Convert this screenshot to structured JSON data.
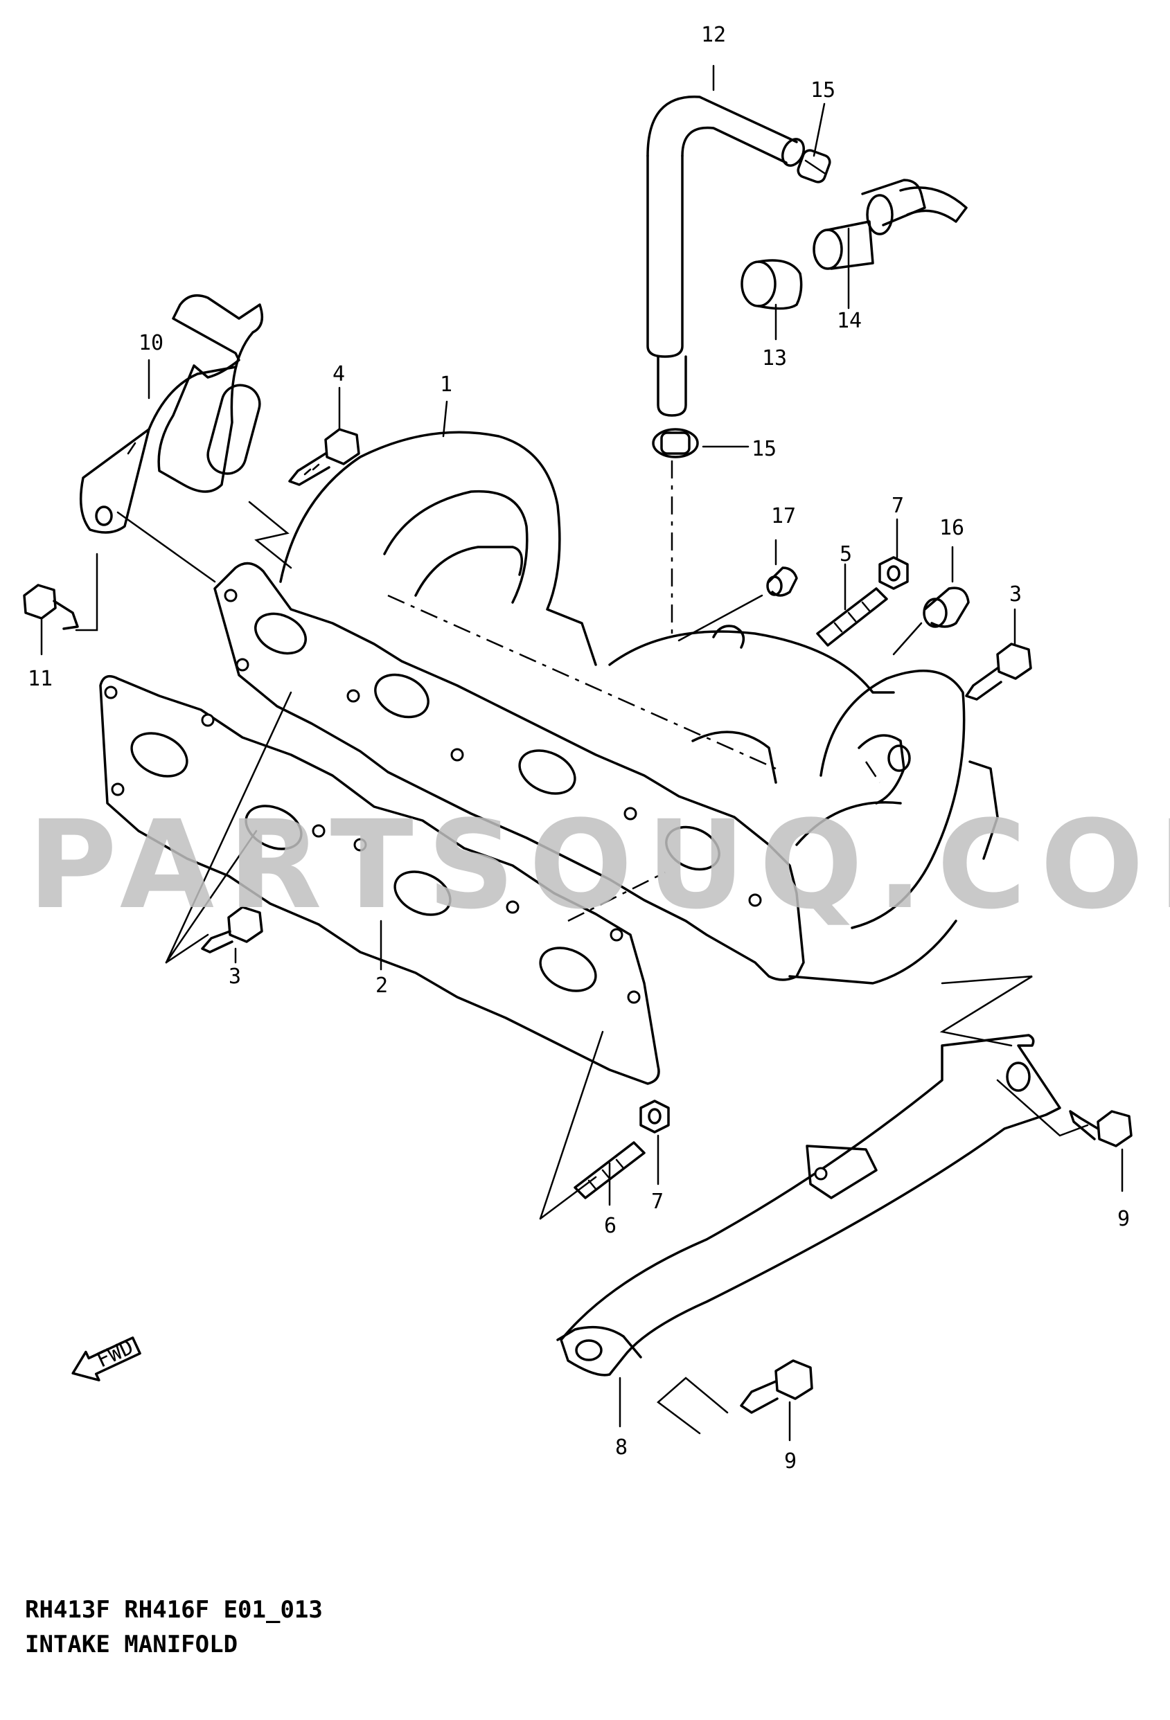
{
  "watermark": {
    "text": "PARTSOUQ.COM",
    "color": "#bfbfbf"
  },
  "direction_marker": {
    "text": "FWD"
  },
  "caption": {
    "code": "RH413F RH416F E01_013",
    "title": "INTAKE MANIFOLD"
  },
  "callouts": {
    "c1": "1",
    "c2": "2",
    "c3a": "3",
    "c3b": "3",
    "c4": "4",
    "c5": "5",
    "c6": "6",
    "c7a": "7",
    "c7b": "7",
    "c8": "8",
    "c9a": "9",
    "c9b": "9",
    "c10": "10",
    "c11": "11",
    "c12": "12",
    "c13": "13",
    "c14": "14",
    "c15a": "15",
    "c15b": "15",
    "c16": "16",
    "c17": "17"
  }
}
